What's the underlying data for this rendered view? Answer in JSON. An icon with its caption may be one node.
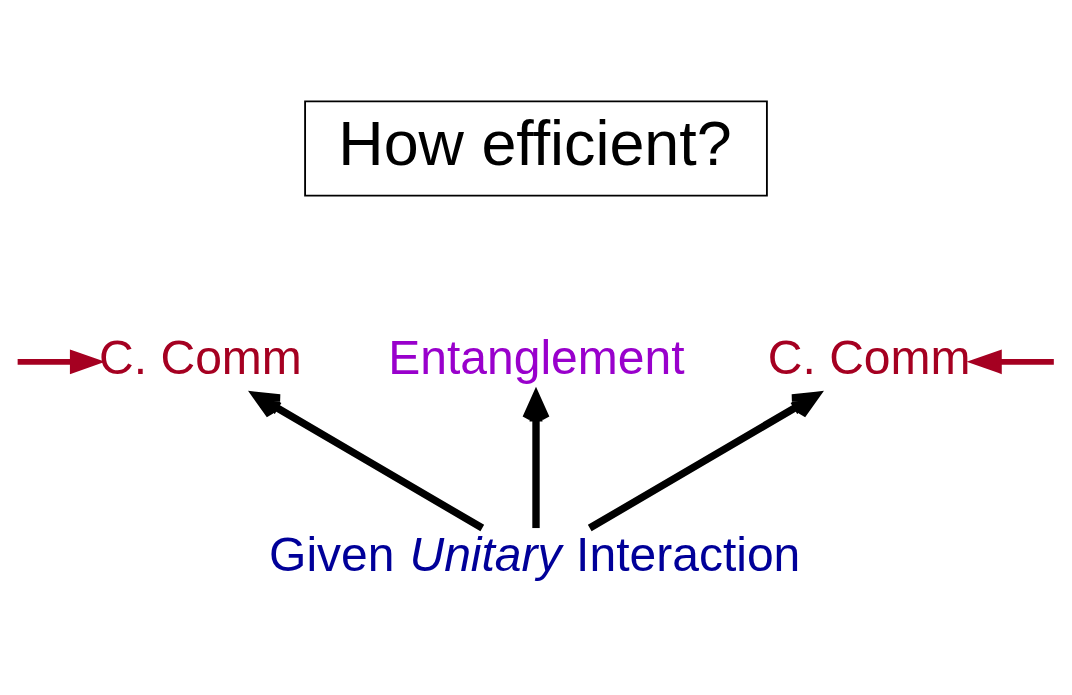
{
  "diagram": {
    "nodes": [
      {
        "text": [
          "How efficient?"
        ]
      },
      {
        "text": [
          "C. Comm"
        ]
      },
      {
        "text": [
          "Entanglement"
        ]
      },
      {
        "text": [
          "C. Comm"
        ]
      },
      {
        "text": [
          "Given *Unitary* Interaction"
        ]
      }
    ],
    "edges": [
      {
        "from": null,
        "to": 1,
        "arrow": "to",
        "color": "#a50021"
      },
      {
        "from": null,
        "to": 3,
        "arrow": "to",
        "color": "#a50021"
      },
      {
        "from": 4,
        "to": 1,
        "arrow": "to"
      },
      {
        "from": 4,
        "to": 2,
        "arrow": "to"
      },
      {
        "from": 4,
        "to": 3,
        "arrow": "to"
      }
    ]
  }
}
